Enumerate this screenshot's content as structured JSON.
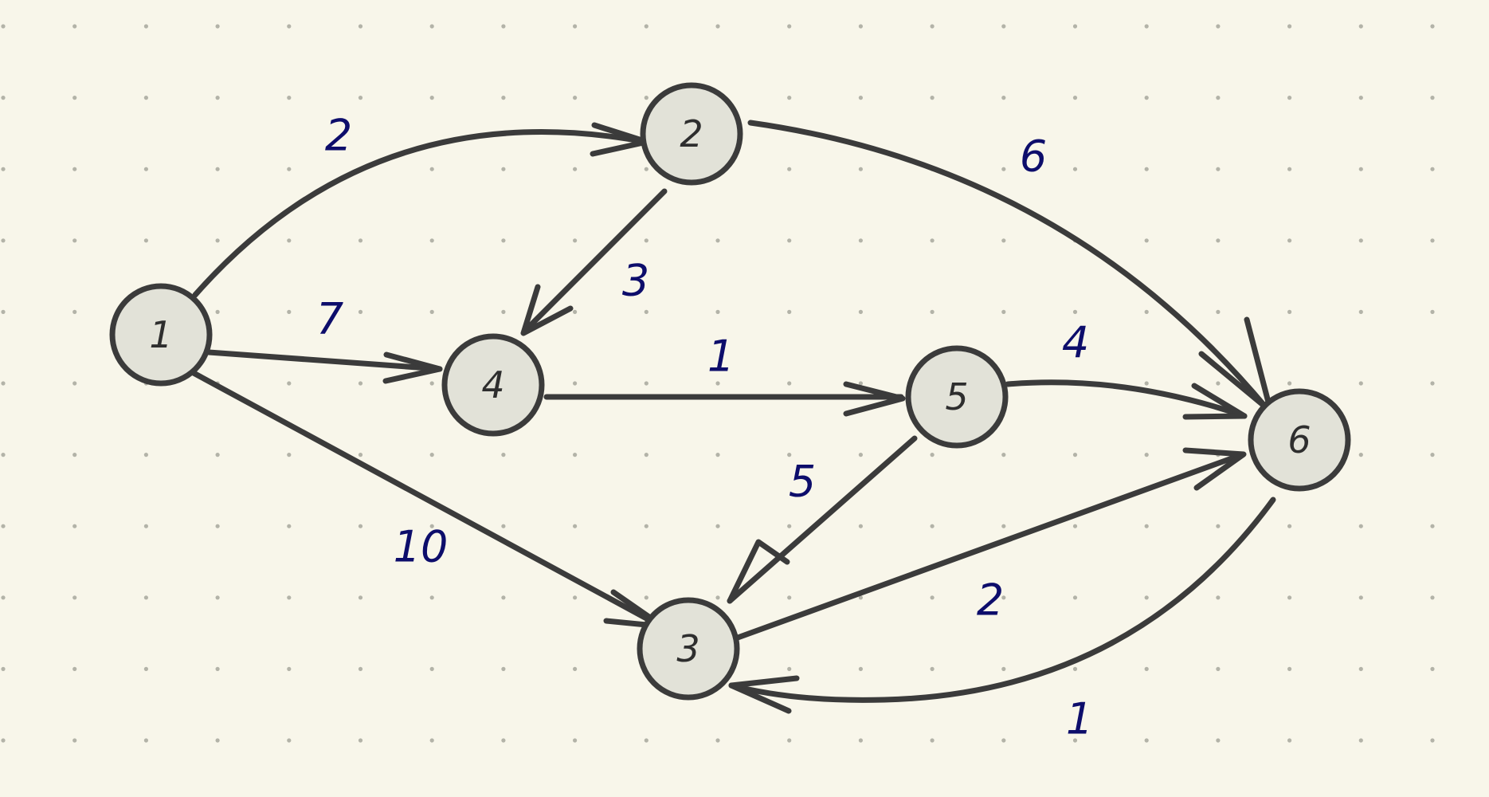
{
  "diagram": {
    "nodes": [
      {
        "id": "1",
        "label": "1"
      },
      {
        "id": "2",
        "label": "2"
      },
      {
        "id": "3",
        "label": "3"
      },
      {
        "id": "4",
        "label": "4"
      },
      {
        "id": "5",
        "label": "5"
      },
      {
        "id": "6",
        "label": "6"
      }
    ],
    "edges": [
      {
        "from": "1",
        "to": "2",
        "weight": "2"
      },
      {
        "from": "1",
        "to": "4",
        "weight": "7"
      },
      {
        "from": "1",
        "to": "3",
        "weight": "10"
      },
      {
        "from": "2",
        "to": "4",
        "weight": "3"
      },
      {
        "from": "2",
        "to": "6",
        "weight": "6"
      },
      {
        "from": "4",
        "to": "5",
        "weight": "1"
      },
      {
        "from": "5",
        "to": "3",
        "weight": "5"
      },
      {
        "from": "5",
        "to": "6",
        "weight": "4"
      },
      {
        "from": "3",
        "to": "6",
        "weight": "2"
      },
      {
        "from": "6",
        "to": "3",
        "weight": "1"
      }
    ],
    "colors": {
      "background": "#f8f6ea",
      "node_fill": "#e2e2d8",
      "stroke": "#3b3b3b",
      "weight_text": "#0d0d6b"
    }
  }
}
